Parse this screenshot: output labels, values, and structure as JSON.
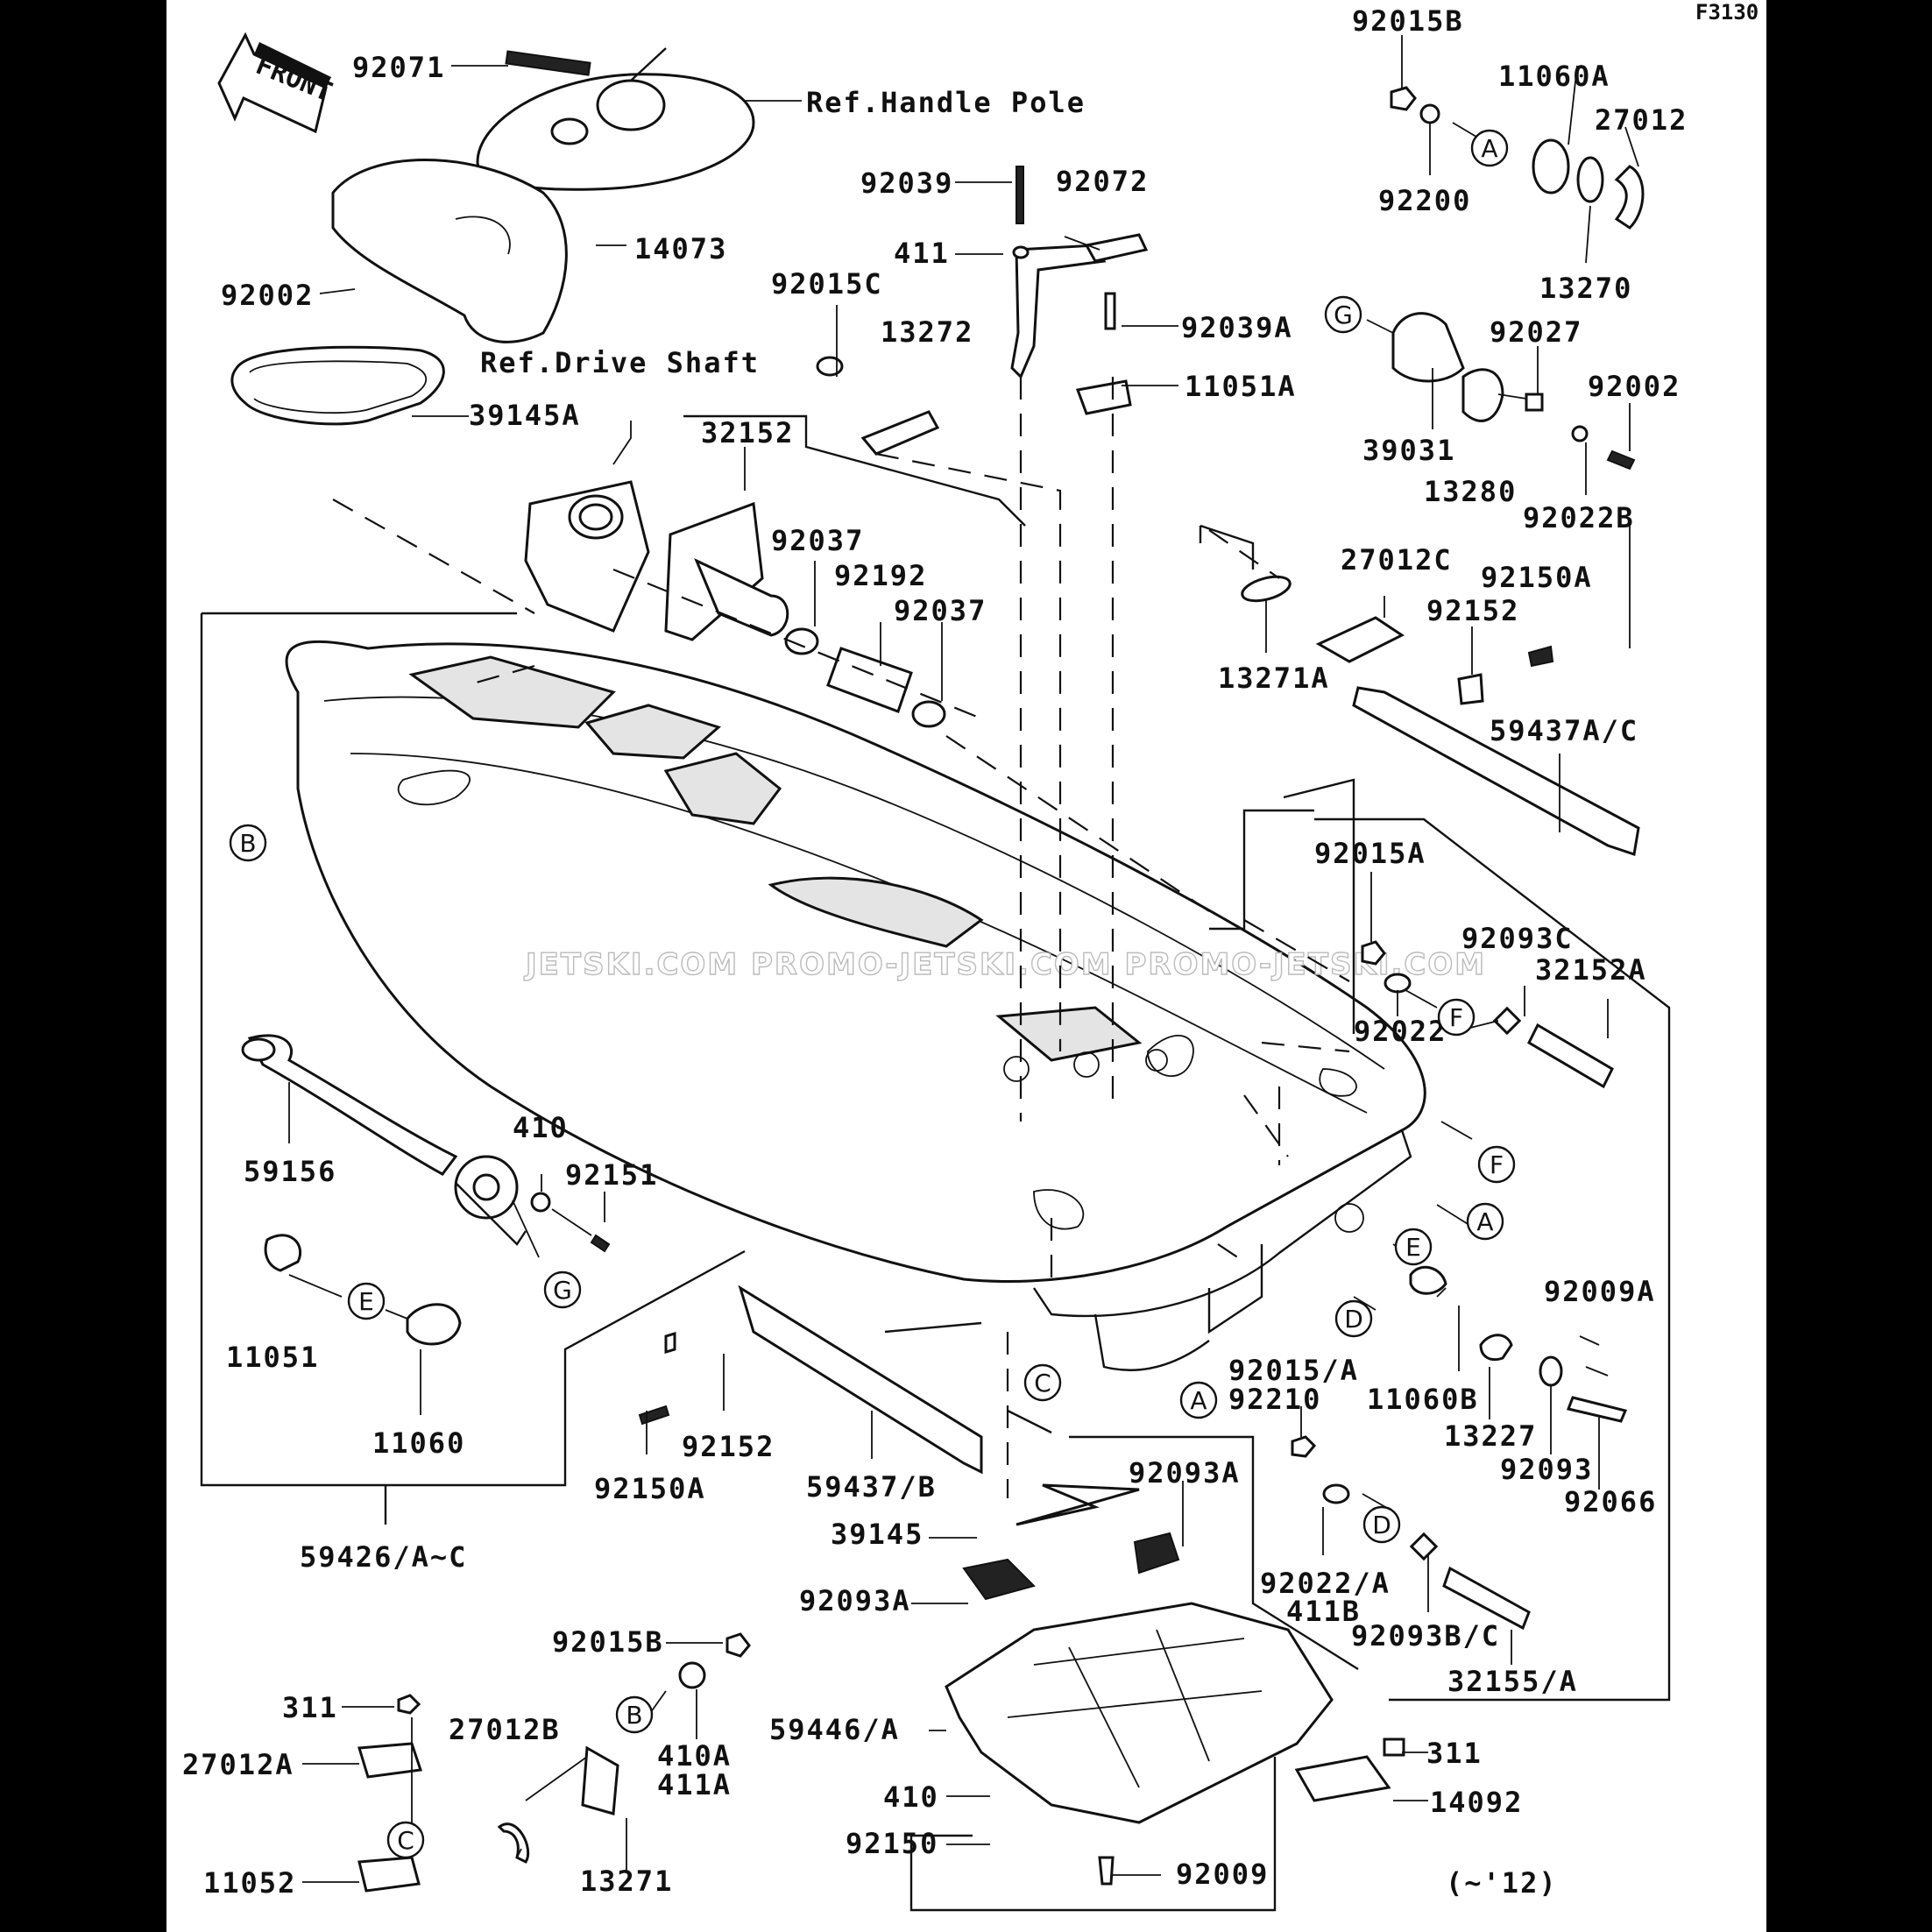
{
  "figure_code": "F3130",
  "watermark": "JETSKI.COM  PROMO-JETSKI.COM  PROMO-JETSKI.COM",
  "front_label": "FRONT",
  "references": {
    "handle_pole": "Ref.Handle Pole",
    "drive_shaft": "Ref.Drive Shaft"
  },
  "model_note": "(~'12)",
  "callouts": [
    "A",
    "B",
    "C",
    "D",
    "E",
    "F",
    "G"
  ],
  "parts": {
    "p92071": "92071",
    "p14073": "14073",
    "p92002": "92002",
    "p39145A": "39145A",
    "p32152": "32152",
    "p92037a": "92037",
    "p92192": "92192",
    "p92037b": "92037",
    "p92039": "92039",
    "p92072": "92072",
    "p411": "411",
    "p92015C": "92015C",
    "p13272": "13272",
    "p92039A": "92039A",
    "p11051A": "11051A",
    "p92015B_top": "92015B",
    "p11060A": "11060A",
    "p27012": "27012",
    "p92200": "92200",
    "p13270": "13270",
    "p39031": "39031",
    "p92027": "92027",
    "p92002b": "92002",
    "p13280": "13280",
    "p92022B": "92022B",
    "p27012C": "27012C",
    "p92150A_top": "92150A",
    "p92152_top": "92152",
    "p13271A": "13271A",
    "p59437AC": "59437A/C",
    "p92015A": "92015A",
    "p92093C": "92093C",
    "p32152A": "32152A",
    "p92022": "92022",
    "p59156": "59156",
    "p410_left": "410",
    "p92151": "92151",
    "p11051": "11051",
    "p11060": "11060",
    "p92009A": "92009A",
    "p92015A_b": "92015/A",
    "p92210": "92210",
    "p11060B": "11060B",
    "p13227": "13227",
    "p92093": "92093",
    "p92066": "92066",
    "p92150A_mid": "92150A",
    "p92152_mid": "92152",
    "p59437B": "59437/B",
    "p92093A_r": "92093A",
    "p39145": "39145",
    "p92093A_l": "92093A",
    "p92022A": "92022/A",
    "p411B": "411B",
    "p92093BC": "92093B/C",
    "p32155A": "32155/A",
    "p59426": "59426/A~C",
    "p92015B_bot": "92015B",
    "p311_left": "311",
    "p27012A": "27012A",
    "p27012B": "27012B",
    "p410A": "410A",
    "p411A": "411A",
    "p59446A": "59446/A",
    "p410_bot": "410",
    "p92150": "92150",
    "p11052": "11052",
    "p13271": "13271",
    "p311_right": "311",
    "p14092": "14092",
    "p92009": "92009"
  }
}
